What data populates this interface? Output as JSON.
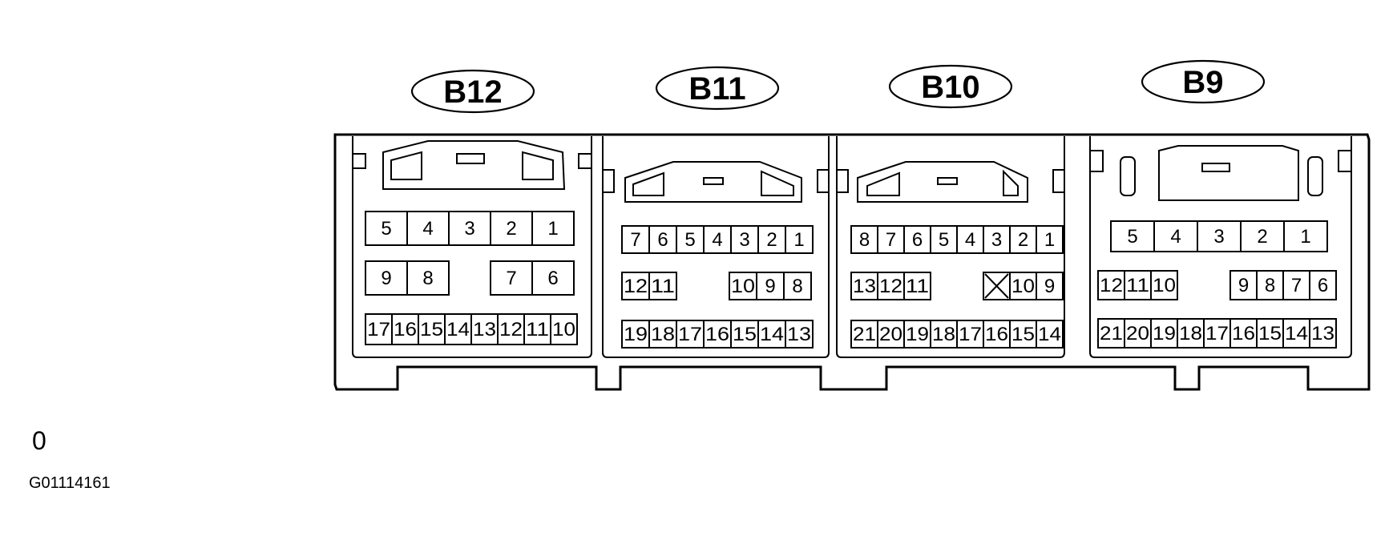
{
  "connectors": [
    {
      "label": "B12",
      "rows": [
        [
          "5",
          "4",
          "3",
          "2",
          "1"
        ],
        [
          "9",
          "8",
          "",
          "7",
          "6"
        ],
        [
          "17",
          "16",
          "15",
          "14",
          "13",
          "12",
          "11",
          "10"
        ]
      ]
    },
    {
      "label": "B11",
      "rows": [
        [
          "7",
          "6",
          "5",
          "4",
          "3",
          "2",
          "1"
        ],
        [
          "12",
          "11",
          "",
          "10",
          "9",
          "8"
        ],
        [
          "19",
          "18",
          "17",
          "16",
          "15",
          "14",
          "13"
        ]
      ]
    },
    {
      "label": "B10",
      "rows": [
        [
          "8",
          "7",
          "6",
          "5",
          "4",
          "3",
          "2",
          "1"
        ],
        [
          "13",
          "12",
          "11",
          "",
          "X",
          "10",
          "9"
        ],
        [
          "21",
          "20",
          "19",
          "18",
          "17",
          "16",
          "15",
          "14"
        ]
      ]
    },
    {
      "label": "B9",
      "rows": [
        [
          "5",
          "4",
          "3",
          "2",
          "1"
        ],
        [
          "12",
          "11",
          "10",
          "",
          "9",
          "8",
          "7",
          "6"
        ],
        [
          "21",
          "20",
          "19",
          "18",
          "17",
          "16",
          "15",
          "14",
          "13"
        ]
      ]
    }
  ],
  "legend_char": "0",
  "doc_id": "G01114161"
}
